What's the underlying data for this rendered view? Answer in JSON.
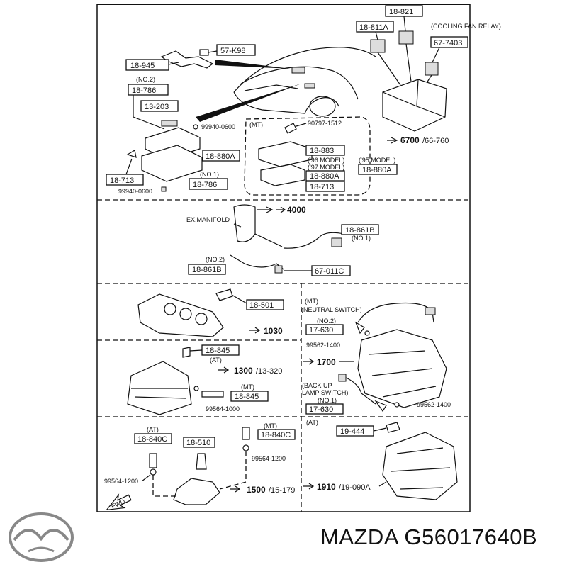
{
  "brand": {
    "name": "MAZDA",
    "part_number": "G56017640B"
  },
  "labels": {
    "l_18821": "18-821",
    "l_18811a": "18-811A",
    "cooling_fan_relay": "(COOLING FAN RELAY)",
    "l_677403": "67-7403",
    "l_57k98": "57-K98",
    "l_18945": "18-945",
    "no2_a": "(NO.2)",
    "l_18786a": "18-786",
    "l_13203": "13-203",
    "l_99940_0600a": "99940-0600",
    "l_18880a_left": "18-880A",
    "no1_a": "(NO.1)",
    "l_18713_left": "18-713",
    "l_18786b": "18-786",
    "l_99940_0600b": "99940-0600",
    "mt_a": "(MT)",
    "l_90797": "90797-1512",
    "l_18883": "18-883",
    "model96": "('96 MODEL)",
    "model97": "('97 MODEL)",
    "l_18880a_in": "18-880A",
    "l_18713_in": "18-713",
    "model95": "('95 MODEL)",
    "l_18880a_out": "18-880A",
    "l_6700": "6700",
    "l_66760": "/66-760",
    "l_4000": "4000",
    "ex_manifold": "EX.MANIFOLD",
    "l_18861b_a": "18-861B",
    "no1_b": "(NO.1)",
    "no2_b": "(NO.2)",
    "l_18861b_b": "18-861B",
    "l_67011c": "67-011C",
    "l_18501": "18-501",
    "l_1030": "1030",
    "mt_neutral": "(MT)",
    "neutral_switch": "(NEUTRAL SWITCH)",
    "no2_c": "(NO.2)",
    "l_17630a": "17-630",
    "l_99562_1400a": "99562-1400",
    "l_1700": "1700",
    "l_18845a": "18-845",
    "at_a": "(AT)",
    "l_1300": "1300",
    "l_13320": "/13-320",
    "mt_b": "(MT)",
    "l_18845b": "18-845",
    "l_99564_1000": "99564-1000",
    "back_up": "(BACK UP",
    "lamp_switch": "LAMP SWITCH)",
    "no1_c": "(NO.1)",
    "l_17630b": "17-630",
    "l_99562_1400b": "99562-1400",
    "at_b": "(AT)",
    "l_18840c_a": "18-840C",
    "l_18510": "18-510",
    "mt_c": "(MT)",
    "l_18840c_b": "18-840C",
    "l_99564_1200a": "99564-1200",
    "l_99564_1200b": "99564-1200",
    "l_1500": "1500",
    "l_15179": "/15-179",
    "fwd": "FWD",
    "at_c": "(AT)",
    "l_19444": "19-444",
    "l_1910": "1910",
    "l_19090a": "/19-090A"
  }
}
